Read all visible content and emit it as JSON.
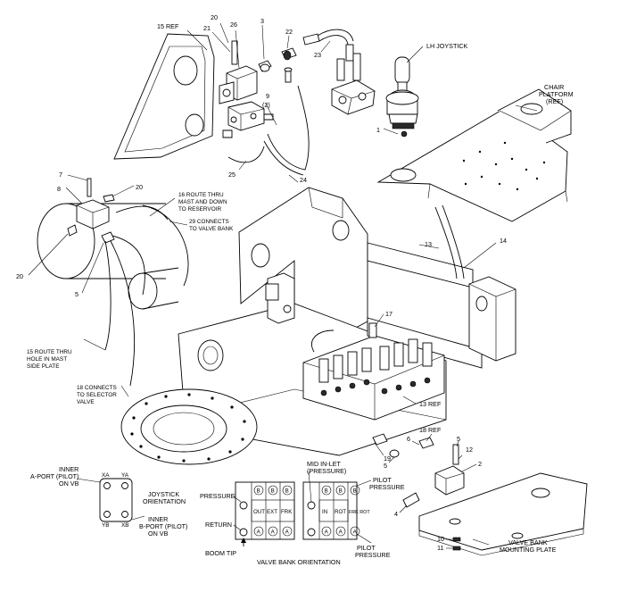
{
  "callouts": {
    "c15ref": "15 REF",
    "c20a": "20",
    "c21": "21",
    "c26": "26",
    "c3": "3",
    "c22": "22",
    "c23": "23",
    "c9": "9",
    "c9b": "(2)",
    "c25": "25",
    "c24": "24",
    "lh_joystick": "LH JOYSTICK",
    "chair1": "CHAIR",
    "chair2": "PLATFORM",
    "chair3": "(REF)",
    "c1": "1",
    "c7": "7",
    "c8": "8",
    "c20b": "20",
    "c20c": "20",
    "c5a": "5",
    "n16a": "16 ROUTE THRU",
    "n16b": "MAST AND DOWN",
    "n16c": "TO RESERVOIR",
    "n29a": "29 CONNECTS",
    "n29b": "TO VALVE BANK",
    "n15a": "15 ROUTE THRU",
    "n15b": "HOLE IN MAST",
    "n15c": "SIDE PLATE",
    "n18a": "18 CONNECTS",
    "n18b": "TO SELECTOR",
    "n18c": "VALVE",
    "c13": "13",
    "c14": "14",
    "c17": "17",
    "c13ref": "13 REF",
    "c18ref": "18 REF",
    "c6": "6",
    "c5b": "5",
    "c19": "19",
    "c5c": "5",
    "c12": "12",
    "c2": "2",
    "c4": "4",
    "c10": "10",
    "c11": "11",
    "vbm1": "VALVE BANK",
    "vbm2": "MOUNTING PLATE"
  },
  "joystick_legend": {
    "inner_a1": "INNER",
    "inner_a2": "A-PORT (PILOT)",
    "inner_a3": "ON VB",
    "xa": "XA",
    "ya": "YA",
    "yb": "YB",
    "xb": "XB",
    "orient1": "JOYSTICK",
    "orient2": "ORIENTATION",
    "inner_b1": "INNER",
    "inner_b2": "B-PORT (PILOT)",
    "inner_b3": "ON VB"
  },
  "valve_bank": {
    "pressure": "PRESSURE",
    "return": "RETURN",
    "boom_tip": "BOOM TIP",
    "mid_inlet1": "MID IN-LET",
    "mid_inlet2": "(PRESSURE)",
    "pilot_top1": "PILOT",
    "pilot_top2": "PRESSURE",
    "pilot_bot1": "PILOT",
    "pilot_bot2": "PRESSURE",
    "orientation": "VALVE BANK ORIENTATION",
    "port_b": "B",
    "port_a": "A",
    "sections": [
      "OUT",
      "EXT",
      "FRK",
      "IN",
      "ROT",
      "FRK ROT"
    ]
  }
}
